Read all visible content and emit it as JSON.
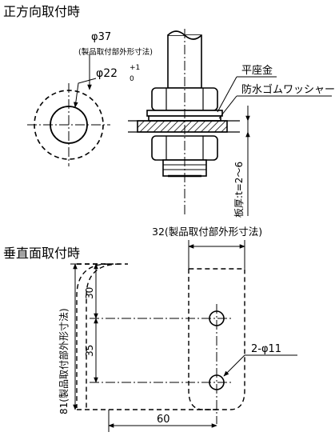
{
  "views": {
    "front": {
      "title": "正方向取付時",
      "hole_diameter_label": "φ37",
      "hole_note": "(製品取付部外形寸法)",
      "bore_label": "φ22",
      "tol_upper": "+1",
      "tol_lower": "0"
    },
    "bolt": {
      "washer_label": "平座金",
      "rubber_washer_label": "防水ゴムワッシャー",
      "plate_thickness_label": "板厚:t=2〜6"
    },
    "vertical": {
      "title": "垂直面取付時",
      "width_label": "32(製品取付部外形寸法)",
      "height_label": "81(製品取付部外形寸法)",
      "dim_30": "30",
      "dim_35": "35",
      "dim_60": "60",
      "holes_label": "2-φ11"
    }
  }
}
